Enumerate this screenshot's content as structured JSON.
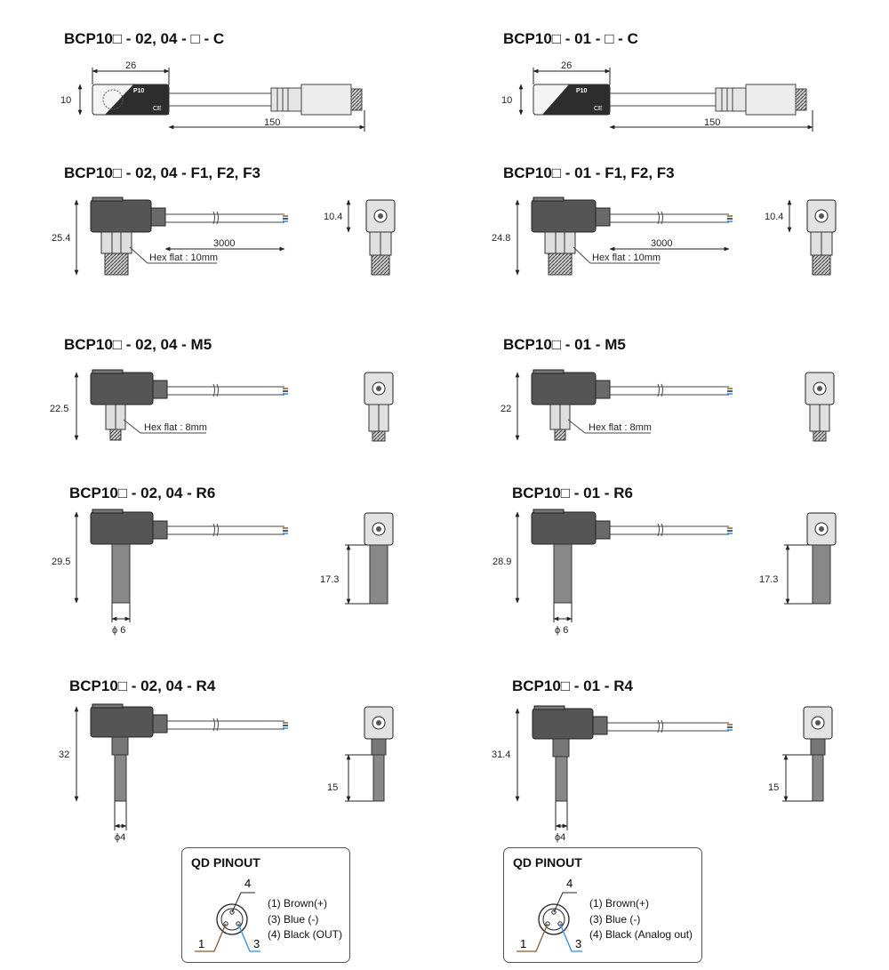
{
  "colors": {
    "line": "#222222",
    "body": "#555555",
    "body_light": "#cfcfcf",
    "wire_brown": "#8b5a2b",
    "wire_blue": "#1e90ff"
  },
  "left": {
    "c": {
      "title": "BCP10□ - 02, 04 - □ - C",
      "dims": [
        "26",
        "10",
        "150"
      ]
    },
    "f": {
      "title": "BCP10□ - 02, 04 - F1, F2, F3",
      "dims": [
        "25.4",
        "3000",
        "Hex flat : 10mm",
        "10.4"
      ]
    },
    "m5": {
      "title": "BCP10□ - 02, 04 - M5",
      "dims": [
        "22.5",
        "Hex flat : 8mm"
      ]
    },
    "r6": {
      "title": "BCP10□ - 02, 04 - R6",
      "dims": [
        "29.5",
        "ϕ 6",
        "17.3"
      ]
    },
    "r4": {
      "title": "BCP10□ - 02, 04 - R4",
      "dims": [
        "32",
        "ϕ4",
        "15"
      ]
    },
    "pinout": {
      "title": "QD PINOUT",
      "pins": [
        "(1) Brown(+)",
        "(3) Blue (-)",
        "(4) Black (OUT)"
      ],
      "labels": [
        "1",
        "3",
        "4"
      ]
    }
  },
  "right": {
    "c": {
      "title": "BCP10□ - 01 - □ - C",
      "dims": [
        "26",
        "10",
        "150"
      ]
    },
    "f": {
      "title": "BCP10□ - 01 - F1, F2, F3",
      "dims": [
        "24.8",
        "3000",
        "Hex flat : 10mm",
        "10.4"
      ]
    },
    "m5": {
      "title": "BCP10□ - 01 - M5",
      "dims": [
        "22",
        "Hex flat : 8mm"
      ]
    },
    "r6": {
      "title": "BCP10□ - 01 - R6",
      "dims": [
        "28.9",
        "ϕ 6",
        "17.3"
      ]
    },
    "r4": {
      "title": "BCP10□ - 01 - R4",
      "dims": [
        "31.4",
        "ϕ4",
        "15"
      ]
    },
    "pinout": {
      "title": "QD PINOUT",
      "pins": [
        "(1) Brown(+)",
        "(3) Blue (-)",
        "(4) Black (Analog out)"
      ],
      "labels": [
        "1",
        "3",
        "4"
      ]
    }
  },
  "sensor_label": {
    "model": "P10",
    "mark": "CE"
  }
}
